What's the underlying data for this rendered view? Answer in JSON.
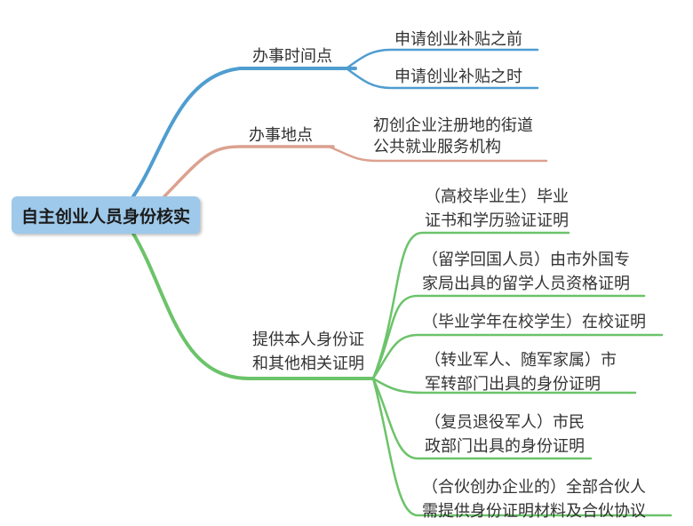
{
  "root": {
    "label": "自主创业人员身份核实"
  },
  "colors": {
    "blue_branch": "#4f9dd0",
    "salmon_branch": "#dba18f",
    "green_branch": "#6cc36a",
    "root_fill": "#9ec9ea",
    "text": "#333333"
  },
  "branches": [
    {
      "label": "办事时间点",
      "color": "blue",
      "children": [
        {
          "lines": [
            "申请创业补贴之前"
          ]
        },
        {
          "lines": [
            "申请创业补贴之时"
          ]
        }
      ]
    },
    {
      "label": "办事地点",
      "color": "salmon",
      "children": [
        {
          "lines": [
            "初创企业注册地的街道",
            "公共就业服务机构"
          ]
        }
      ]
    },
    {
      "label_lines": [
        "提供本人身份证",
        "和其他相关证明"
      ],
      "color": "green",
      "children": [
        {
          "lines": [
            "（高校毕业生）毕业",
            "证书和学历验证证明"
          ]
        },
        {
          "lines": [
            "（留学回国人员）由市外国专",
            "家局出具的留学人员资格证明"
          ]
        },
        {
          "lines": [
            "（毕业学年在校学生）在校证明"
          ]
        },
        {
          "lines": [
            "（转业军人、随军家属）市",
            "军转部门出具的身份证明"
          ]
        },
        {
          "lines": [
            "（复员退役军人）市民",
            "政部门出具的身份证明"
          ]
        },
        {
          "lines": [
            "（合伙创办企业的）全部合伙人",
            "需提供身份证明材料及合伙协议"
          ]
        }
      ]
    }
  ]
}
